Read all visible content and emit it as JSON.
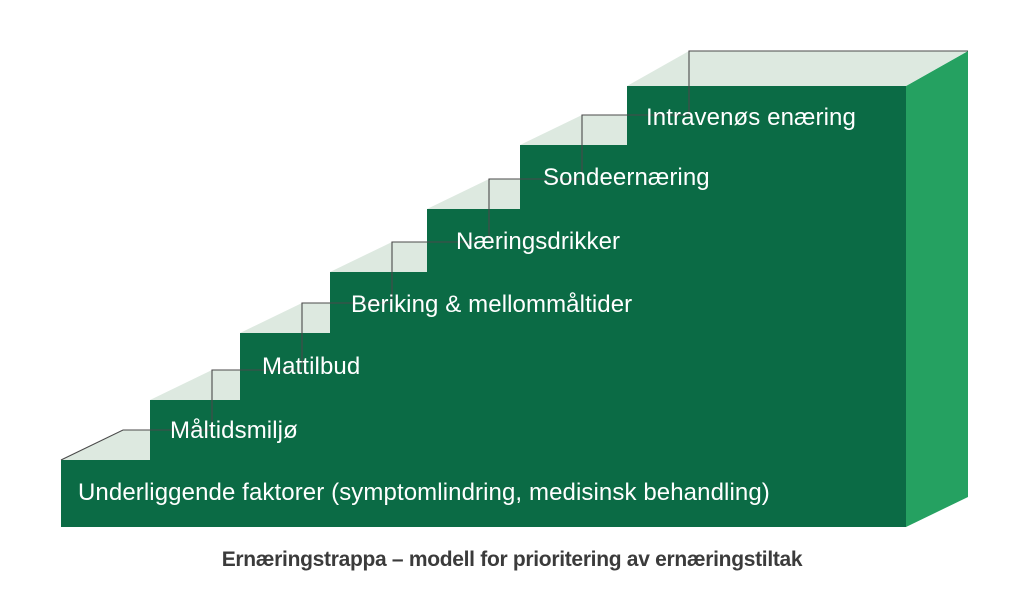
{
  "figure": {
    "title": "Ernæringstrappa",
    "caption": "Ernæringstrappa – modell for prioritering av ernæringstiltak",
    "background_color": "#ffffff",
    "caption_color": "#3b3b3b"
  },
  "colors": {
    "front_face": "#0b6b45",
    "side_face": "#25a161",
    "top_face": "#dde9e0",
    "edge_line": "#4a4a4a",
    "label_text": "#ffffff"
  },
  "chart_data": {
    "type": "bar",
    "title": "Ernæringstrappa – modell for prioritering av ernæringstiltak",
    "xlabel": "",
    "ylabel": "",
    "orientation": "staircase-3d",
    "categories": [
      "Underliggende faktorer (symptomlindring, medisinsk behandling)",
      "Måltidsmiljø",
      "Mattilbud",
      "Beriking & mellommåltider",
      "Næringsdrikker",
      "Sondeernæring",
      "Intravenøs enæring"
    ],
    "values": [
      1,
      2,
      3,
      4,
      5,
      6,
      7
    ],
    "legend": [],
    "grid": false
  },
  "steps": [
    {
      "id": "step-1",
      "level": 1,
      "label": "Underliggende faktorer (symptomlindring, medisinsk behandling)",
      "font_size": 24
    },
    {
      "id": "step-2",
      "level": 2,
      "label": "Måltidsmiljø",
      "font_size": 24
    },
    {
      "id": "step-3",
      "level": 3,
      "label": "Mattilbud",
      "font_size": 24
    },
    {
      "id": "step-4",
      "level": 4,
      "label": "Beriking & mellommåltider",
      "font_size": 24
    },
    {
      "id": "step-5",
      "level": 5,
      "label": "Næringsdrikker",
      "font_size": 24
    },
    {
      "id": "step-6",
      "level": 6,
      "label": "Sondeernæring",
      "font_size": 24
    },
    {
      "id": "step-7",
      "level": 7,
      "label": "Intravenøs enæring",
      "font_size": 24
    }
  ]
}
